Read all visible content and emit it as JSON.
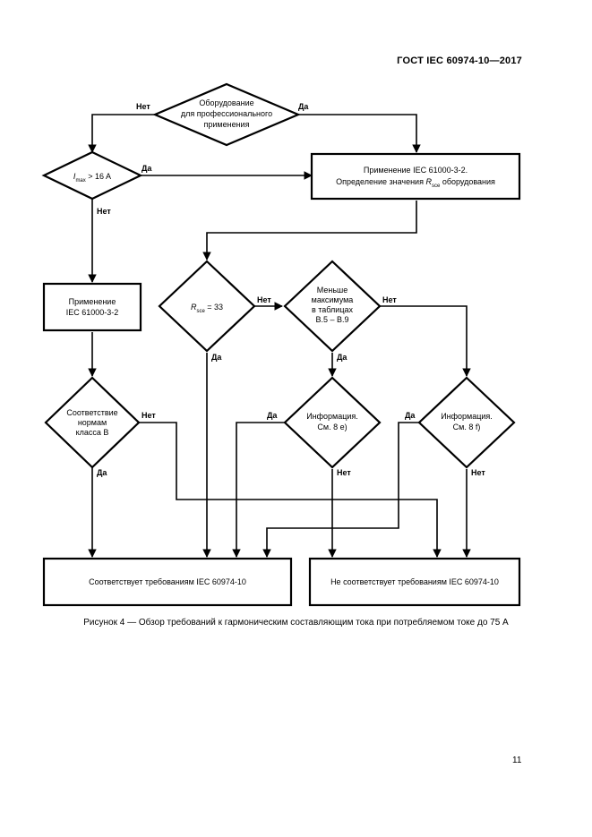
{
  "header": {
    "standard": "ГОСТ IEC 60974-10—2017"
  },
  "flowchart": {
    "d_professional": {
      "line1": "Оборудование",
      "line2": "для профессионального",
      "line3": "применения"
    },
    "d_imax": {
      "symbol": "I",
      "subscript": "max",
      "condition": " > 16 A"
    },
    "b_apply_61000_3_2_rsce": {
      "line1": "Применение IEC 61000-3-2.",
      "line2_pre": "Определение значения ",
      "symbol": "R",
      "subscript": "sce",
      "line2_post": " оборудования"
    },
    "b_apply_61000_3_2": {
      "line1": "Применение",
      "line2": "IEC 61000-3-2"
    },
    "d_rsce": {
      "symbol": "R",
      "subscript": "sce",
      "condition": " = 33"
    },
    "d_min_max": {
      "line1": "Меньше",
      "line2": "максимума",
      "line3": "в таблицах",
      "line4": "B.5 – B.9"
    },
    "d_class_b": {
      "line1": "Соответствие",
      "line2": "нормам",
      "line3": "класса B"
    },
    "d_info_8e": {
      "line1": "Информация.",
      "line2": "См. 8 e)"
    },
    "d_info_8f": {
      "line1": "Информация.",
      "line2": "См. 8 f)"
    },
    "b_complies": {
      "text": "Соответствует требованиям IEC 60974-10"
    },
    "b_not_complies": {
      "text": "Не соответствует требованиям IEC 60974-10"
    },
    "labels": {
      "yes": "Да",
      "no": "Нет"
    }
  },
  "caption": "Рисунок 4 — Обзор требований к гармоническим составляющим тока при потребляемом токе до 75 А",
  "page_number": "11"
}
